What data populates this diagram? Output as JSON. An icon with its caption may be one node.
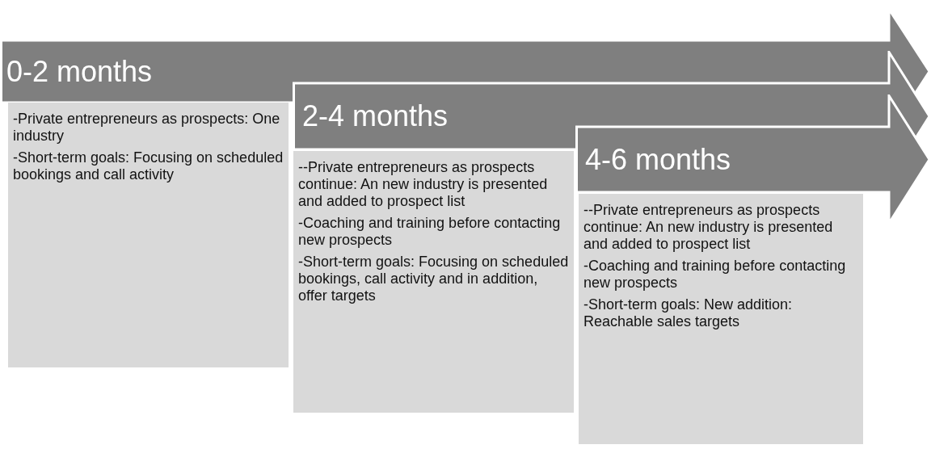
{
  "diagram": {
    "nodes": [
      {
        "text": [
          "0-2 months"
        ]
      },
      {
        "text": [
          "-Private entrepreneurs as prospects: One industry",
          "-Short-term goals: Focusing on scheduled bookings and call activity"
        ]
      },
      {
        "text": [
          "2-4 months"
        ]
      },
      {
        "text": [
          "--Private entrepreneurs as prospects continue: An new industry is presented and added to prospect list",
          "-Coaching and training before contacting new prospects",
          "-Short-term goals: Focusing on scheduled bookings, call activity and in addition, offer targets"
        ]
      },
      {
        "text": [
          "4-6 months"
        ]
      },
      {
        "text": [
          "--Private entrepreneurs as prospects continue: An new industry is presented and added to prospect list",
          "-Coaching and training before contacting new prospects",
          "-Short-term goals: New addition: Reachable sales targets"
        ]
      }
    ]
  }
}
